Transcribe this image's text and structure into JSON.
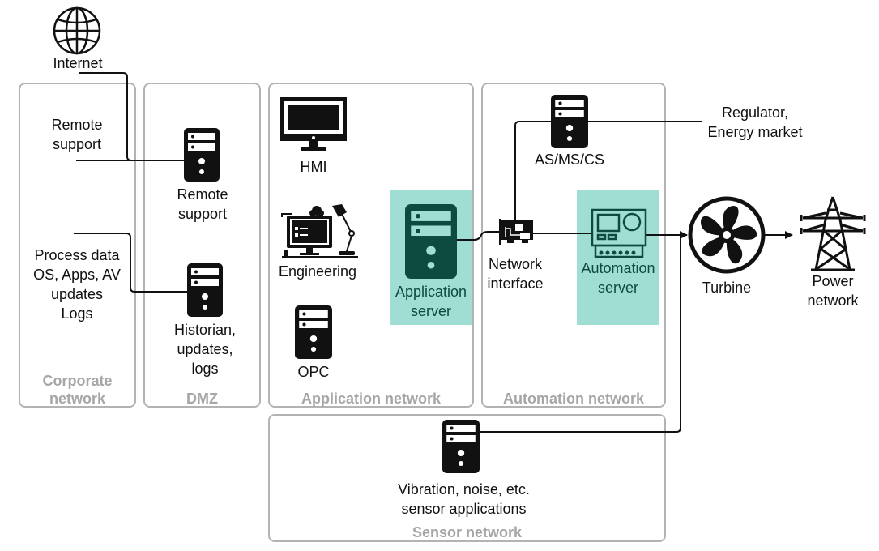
{
  "zones": {
    "corporate": "Corporate\nnetwork",
    "dmz": "DMZ",
    "application": "Application network",
    "automation": "Automation network",
    "sensor": "Sensor network"
  },
  "nodes": {
    "internet": "Internet",
    "remote_support_corp": [
      "Remote",
      "support"
    ],
    "process_data": [
      "Process data",
      "OS, Apps, AV",
      "updates",
      "Logs"
    ],
    "remote_support_dmz": [
      "Remote",
      "support"
    ],
    "historian": [
      "Historian,",
      "updates,",
      "logs"
    ],
    "hmi": "HMI",
    "engineering": "Engineering",
    "opc": "OPC",
    "application_server": [
      "Application",
      "server"
    ],
    "as_ms_cs": "AS/MS/CS",
    "network_interface": [
      "Network",
      "interface"
    ],
    "automation_server": [
      "Automation",
      "server"
    ],
    "regulator": [
      "Regulator,",
      "Energy market"
    ],
    "turbine": "Turbine",
    "power_network": [
      "Power",
      "network"
    ],
    "sensor_apps": [
      "Vibration, noise, etc.",
      "sensor applications"
    ]
  },
  "colors": {
    "highlight": "#a0ddd3",
    "highlight_icon": "#0d4a40",
    "zone_border": "#b3b3b3",
    "zone_label": "#a6a6a6"
  }
}
